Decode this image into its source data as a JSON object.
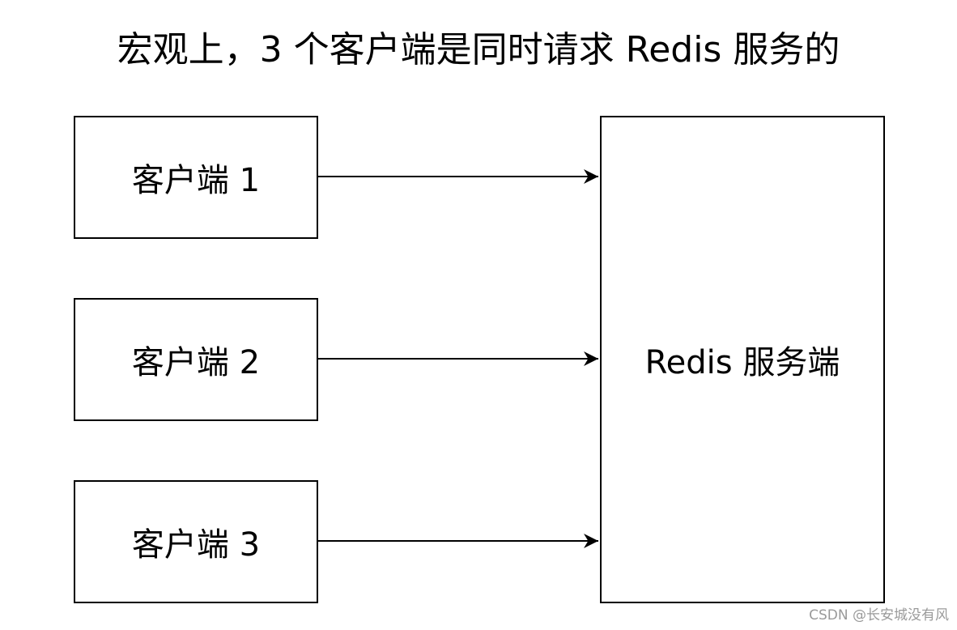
{
  "title": "宏观上，3 个客户端是同时请求 Redis 服务的",
  "clients": [
    {
      "label": "客户端 1"
    },
    {
      "label": "客户端 2"
    },
    {
      "label": "客户端 3"
    }
  ],
  "server": {
    "label": "Redis 服务端"
  },
  "connections": [
    {
      "from": "客户端 1",
      "to": "Redis 服务端"
    },
    {
      "from": "客户端 2",
      "to": "Redis 服务端"
    },
    {
      "from": "客户端 3",
      "to": "Redis 服务端"
    }
  ],
  "watermark": "CSDN @长安城没有风"
}
